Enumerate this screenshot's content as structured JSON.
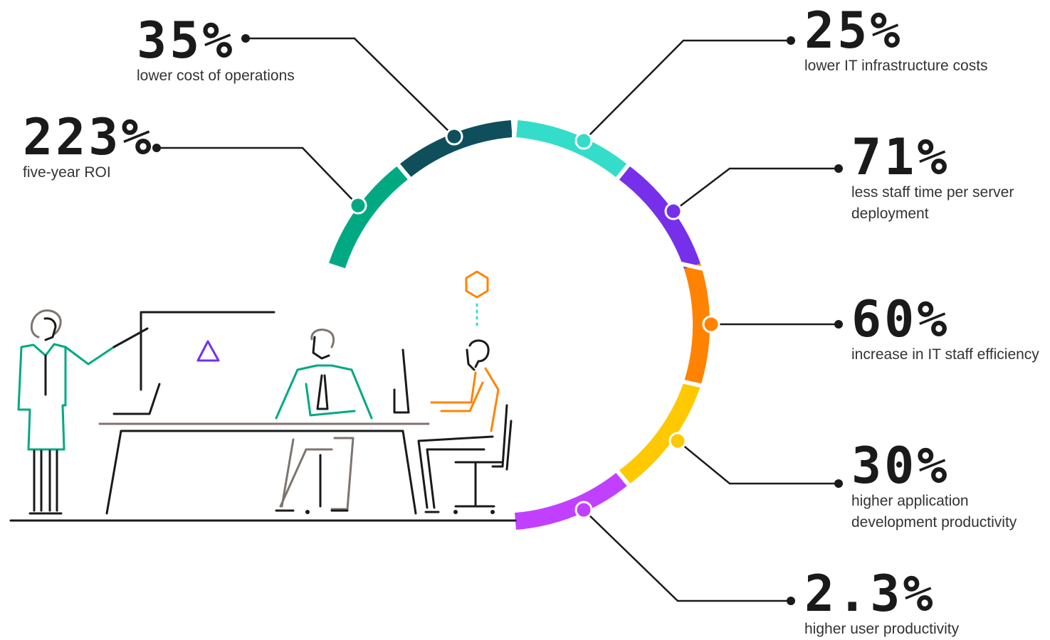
{
  "colors": {
    "dark_teal": "#0f4f5c",
    "green": "#00a982",
    "aqua": "#33ddc9",
    "violet": "#7630ea",
    "orange": "#ff8300",
    "yellow": "#fec901",
    "magenta": "#c140ff",
    "ink": "#1a1a1a",
    "gray": "#7d7570"
  },
  "stats": {
    "lower_cost_operations": {
      "value": "35%",
      "label": "lower cost of operations"
    },
    "five_year_roi": {
      "value": "223%",
      "label": "five-year ROI"
    },
    "lower_it_infrastructure": {
      "value": "25%",
      "label": "lower IT infrastructure costs"
    },
    "less_staff_time": {
      "value": "71%",
      "label_line1": "less staff time per server",
      "label_line2": "deployment"
    },
    "it_staff_efficiency": {
      "value": "60%",
      "label": "increase in IT staff efficiency"
    },
    "app_dev_productivity": {
      "value": "30%",
      "label_line1": "higher application",
      "label_line2": "development productivity"
    },
    "user_productivity": {
      "value": "2.3%",
      "label": "higher user productivity"
    }
  },
  "icons": {
    "hexagon": "hexagon-icon",
    "triangle": "triangle-icon"
  }
}
